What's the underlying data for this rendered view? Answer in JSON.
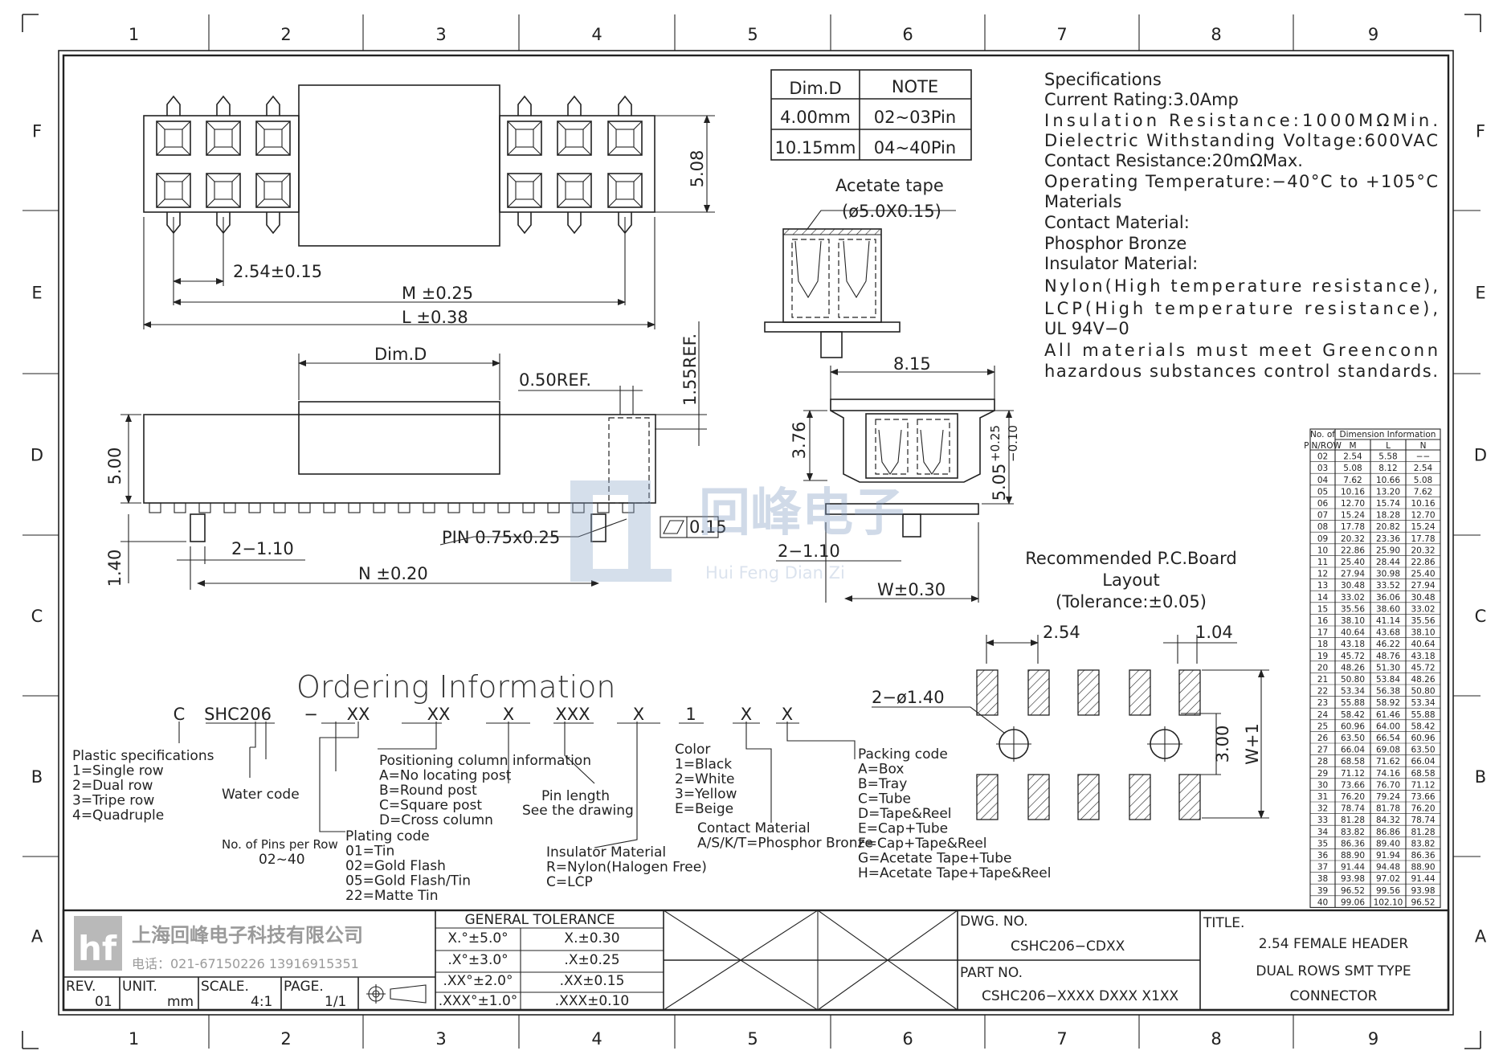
{
  "frame": {
    "columns": [
      "1",
      "2",
      "3",
      "4",
      "5",
      "6",
      "7",
      "8",
      "9"
    ],
    "rows": [
      "F",
      "E",
      "D",
      "C",
      "B",
      "A"
    ]
  },
  "note_table": {
    "header": [
      "Dim.D",
      "NOTE"
    ],
    "rows": [
      [
        "4.00mm",
        "02~03Pin"
      ],
      [
        "10.15mm",
        "04~40Pin"
      ]
    ]
  },
  "specifications": [
    "Specifications",
    "Current Rating:3.0Amp",
    "Insulation  Resistance:1000MΩMin.",
    "Dielectric  Withstanding  Voltage:600VAC",
    "Contact  Resistance:20mΩMax.",
    "Operating  Temperature:−40°C  to  +105°C",
    "Materials",
    "Contact  Material:",
    "Phosphor Bronze",
    "Insulator  Material:",
    "Nylon(High  temperature  resistance),",
    "LCP(High  temperature  resistance),",
    "UL  94V−0",
    "All  materials  must  meet  Greenconn",
    "hazardous  substances  control  standards."
  ],
  "dims": {
    "pitch": "2.54±0.15",
    "m": "M  ±0.25",
    "l": "L  ±0.38",
    "h508": "5.08",
    "dimd": "Dim.D",
    "ref050": "0.50REF.",
    "ref155": "1.55REF.",
    "h500": "5.00",
    "h140": "1.40",
    "post": "2−1.10",
    "pin": "PIN  0.75x0.25",
    "flat": "0.15",
    "n": "N  ±0.20",
    "tape1": "Acetate  tape",
    "tape2": "(ø5.0X0.15)",
    "w815": "8.15",
    "h376": "3.76",
    "h505": "5.05",
    "tol_up": "+0.25",
    "tol_dn": "−0.10",
    "post2": "2−1.10",
    "w": "W±0.30"
  },
  "pcb": {
    "title1": "Recommended  P.C.Board",
    "title2": "Layout",
    "title3": "(Tolerance:±0.05)",
    "pitch": "2.54",
    "pad": "1.04",
    "hole": "2−ø1.40",
    "h300": "3.00",
    "wp1": "W+1"
  },
  "ordering": {
    "title": "Ordering  Information",
    "code": [
      "C",
      "SHC206",
      "−",
      "XX",
      "XX",
      "X",
      "XXX",
      "X",
      "1",
      "X",
      "X"
    ],
    "plastic": [
      "Plastic  specifications",
      "1=Single  row",
      "2=Dual  row",
      "3=Tripe  row",
      "4=Quadruple"
    ],
    "water": "Water  code",
    "pins": [
      "No.  of  Pins  per  Row",
      "02~40"
    ],
    "plating": [
      "Plating  code",
      "01=Tin",
      "02=Gold  Flash",
      "05=Gold  Flash/Tin",
      "22=Matte  Tin"
    ],
    "positioning": [
      "Positioning  column  information",
      "A=No  locating  post",
      "B=Round  post",
      "C=Square  post",
      "D=Cross  column"
    ],
    "pinlen": [
      "Pin  length",
      "See  the  drawing"
    ],
    "insulator": [
      "Insulator  Material",
      "R=Nylon(Halogen  Free)",
      "C=LCP"
    ],
    "color": [
      "Color",
      "1=Black",
      "2=White",
      "3=Yellow",
      "E=Beige"
    ],
    "contact": [
      "Contact  Material",
      "A/S/K/T=Phosphor  Bronze"
    ],
    "packing": [
      "Packing  code",
      "A=Box",
      "B=Tray",
      "C=Tube",
      "D=Tape&Reel",
      "E=Cap+Tube",
      "F=Cap+Tape&Reel",
      "G=Acetate  Tape+Tube",
      "H=Acetate  Tape+Tape&Reel"
    ]
  },
  "dim_table": {
    "head1": [
      "No.  of",
      "Dimension  Information"
    ],
    "head2": [
      "PIN/ROW",
      "M",
      "L",
      "N"
    ],
    "rows": [
      [
        "02",
        "2.54",
        "5.58",
        "−−"
      ],
      [
        "03",
        "5.08",
        "8.12",
        "2.54"
      ],
      [
        "04",
        "7.62",
        "10.66",
        "5.08"
      ],
      [
        "05",
        "10.16",
        "13.20",
        "7.62"
      ],
      [
        "06",
        "12.70",
        "15.74",
        "10.16"
      ],
      [
        "07",
        "15.24",
        "18.28",
        "12.70"
      ],
      [
        "08",
        "17.78",
        "20.82",
        "15.24"
      ],
      [
        "09",
        "20.32",
        "23.36",
        "17.78"
      ],
      [
        "10",
        "22.86",
        "25.90",
        "20.32"
      ],
      [
        "11",
        "25.40",
        "28.44",
        "22.86"
      ],
      [
        "12",
        "27.94",
        "30.98",
        "25.40"
      ],
      [
        "13",
        "30.48",
        "33.52",
        "27.94"
      ],
      [
        "14",
        "33.02",
        "36.06",
        "30.48"
      ],
      [
        "15",
        "35.56",
        "38.60",
        "33.02"
      ],
      [
        "16",
        "38.10",
        "41.14",
        "35.56"
      ],
      [
        "17",
        "40.64",
        "43.68",
        "38.10"
      ],
      [
        "18",
        "43.18",
        "46.22",
        "40.64"
      ],
      [
        "19",
        "45.72",
        "48.76",
        "43.18"
      ],
      [
        "20",
        "48.26",
        "51.30",
        "45.72"
      ],
      [
        "21",
        "50.80",
        "53.84",
        "48.26"
      ],
      [
        "22",
        "53.34",
        "56.38",
        "50.80"
      ],
      [
        "23",
        "55.88",
        "58.92",
        "53.34"
      ],
      [
        "24",
        "58.42",
        "61.46",
        "55.88"
      ],
      [
        "25",
        "60.96",
        "64.00",
        "58.42"
      ],
      [
        "26",
        "63.50",
        "66.54",
        "60.96"
      ],
      [
        "27",
        "66.04",
        "69.08",
        "63.50"
      ],
      [
        "28",
        "68.58",
        "71.62",
        "66.04"
      ],
      [
        "29",
        "71.12",
        "74.16",
        "68.58"
      ],
      [
        "30",
        "73.66",
        "76.70",
        "71.12"
      ],
      [
        "31",
        "76.20",
        "79.24",
        "73.66"
      ],
      [
        "32",
        "78.74",
        "81.78",
        "76.20"
      ],
      [
        "33",
        "81.28",
        "84.32",
        "78.74"
      ],
      [
        "34",
        "83.82",
        "86.86",
        "81.28"
      ],
      [
        "35",
        "86.36",
        "89.40",
        "83.82"
      ],
      [
        "36",
        "88.90",
        "91.94",
        "86.36"
      ],
      [
        "37",
        "91.44",
        "94.48",
        "88.90"
      ],
      [
        "38",
        "93.98",
        "97.02",
        "91.44"
      ],
      [
        "39",
        "96.52",
        "99.56",
        "93.98"
      ],
      [
        "40",
        "99.06",
        "102.10",
        "96.52"
      ]
    ]
  },
  "watermark": {
    "cn": "回峰电子",
    "en": "Hui  Feng  Dian  Zi"
  },
  "title_block": {
    "company": "上海回峰电子科技有限公司",
    "phone": "电话：021-67150226  13916915351",
    "rev_label": "REV.",
    "rev": "01",
    "unit_label": "UNIT.",
    "unit": "mm",
    "scale_label": "SCALE.",
    "scale": "4:1",
    "page_label": "PAGE.",
    "page": "1/1",
    "tolerance_title": "GENERAL  TOLERANCE",
    "tolerance": [
      [
        "X.°±5.0°",
        "X.±0.30"
      ],
      [
        ".X°±3.0°",
        ".X±0.25"
      ],
      [
        ".XX°±2.0°",
        ".XX±0.15"
      ],
      [
        ".XXX°±1.0°",
        ".XXX±0.10"
      ]
    ],
    "dwg_label": "DWG.  NO.",
    "dwg": "CSHC206−CDXX",
    "part_label": "PART  NO.",
    "part": "CSHC206−XXXX  DXXX  X1XX",
    "title_label": "TITLE.",
    "title": [
      "2.54  FEMALE  HEADER",
      "DUAL  ROWS  SMT  TYPE",
      "CONNECTOR"
    ]
  }
}
